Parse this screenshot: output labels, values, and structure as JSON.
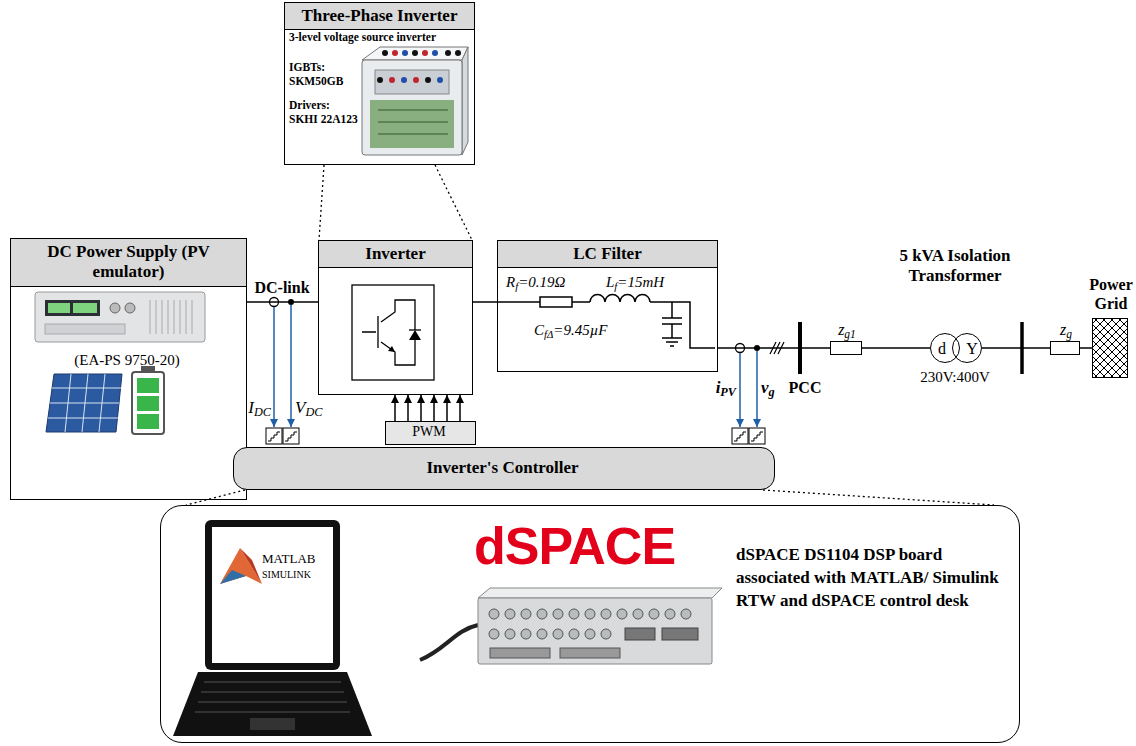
{
  "diagram": {
    "nodes": [
      {
        "text": [
          "Three-Phase Inverter",
          "3-level voltage source inverter",
          "IGBTs: SKM50GB",
          "Drivers: SKHI 22A123"
        ]
      },
      {
        "text": [
          "DC Power Supply (PV emulator)",
          "(EA-PS 9750-20)"
        ]
      },
      {
        "text": [
          "Inverter"
        ]
      },
      {
        "text": [
          "LC Filter",
          "Rf=0.19Ω",
          "Lf=15mH",
          "CfΔ=9.45µF"
        ]
      },
      {
        "text": [
          "zg1"
        ]
      },
      {
        "text": [
          "d"
        ]
      },
      {
        "text": [
          "Y"
        ]
      },
      {
        "text": [
          "zg"
        ]
      },
      {
        "text": [
          "Power Grid"
        ]
      },
      {
        "text": [
          "PWM"
        ]
      },
      {
        "text": [
          "Inverter's Controller"
        ]
      },
      {
        "text": [
          "dSPACE DS1104 DSP board associated with MATLAB/ Simulink RTW and dSPACE control desk"
        ]
      }
    ],
    "edges": [
      {
        "from": 0,
        "to": 2,
        "arrow": "none"
      },
      {
        "from": 1,
        "to": 2,
        "arrow": "none"
      },
      {
        "from": 2,
        "to": 3,
        "arrow": "none"
      },
      {
        "from": 3,
        "to": 4,
        "arrow": "none"
      },
      {
        "from": 4,
        "to": 5,
        "arrow": "none"
      },
      {
        "from": 6,
        "to": 7,
        "arrow": "none"
      },
      {
        "from": 7,
        "to": 8,
        "arrow": "none"
      },
      {
        "from": 9,
        "to": 2,
        "arrow": "to"
      },
      {
        "from": 10,
        "to": 11,
        "arrow": "none"
      }
    ],
    "labels": [
      "DC-link",
      "IDC",
      "VDC",
      "iPV",
      "vg",
      "PCC",
      "5 kVA Isolation Transformer",
      "230V:400V",
      "MATLAB",
      "SIMULINK",
      "dSPACE"
    ]
  }
}
